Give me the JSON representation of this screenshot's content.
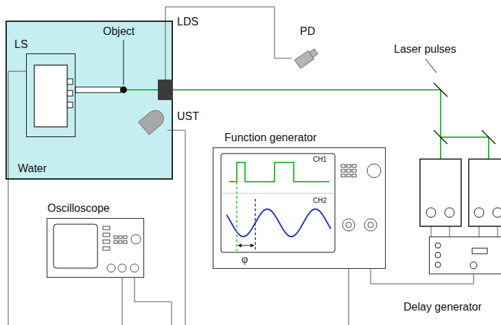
{
  "diagram": {
    "nodes": [
      {
        "text": [
          "Water"
        ]
      },
      {
        "text": [
          "LS"
        ],
        "in": 0
      },
      {
        "text": [
          "UST"
        ],
        "in": 0
      },
      {
        "text": [
          "LDS"
        ]
      },
      {
        "text": [
          "PD"
        ]
      },
      {
        "text": [
          "Oscilloscope"
        ]
      },
      {
        "text": [
          "Function generator"
        ]
      },
      {
        "text": [
          "Delay generator"
        ]
      }
    ],
    "edges": [
      {
        "from": 3,
        "to": 4,
        "arrow": "none"
      },
      {
        "from": 6,
        "to": 7,
        "arrow": "none"
      }
    ],
    "labels": [
      "Object",
      "Laser pulses",
      "CH1",
      "CH2",
      "φ"
    ]
  }
}
